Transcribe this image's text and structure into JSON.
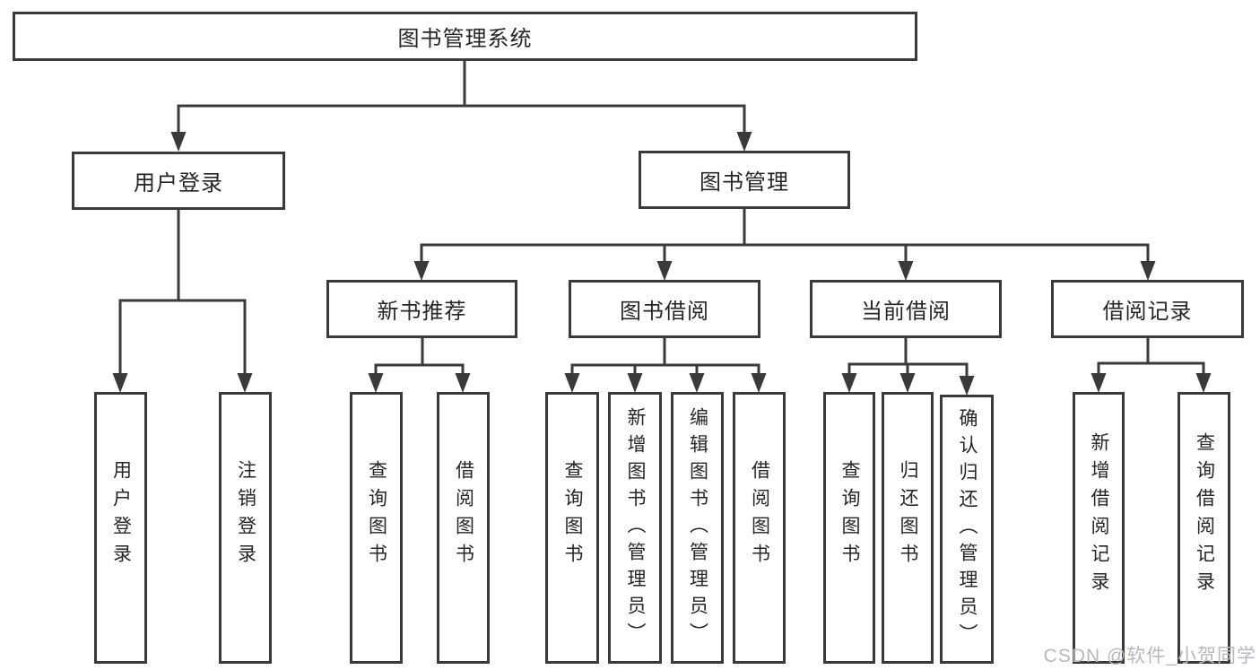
{
  "tree": {
    "root": {
      "label": "图书管理系统",
      "children": {
        "user_login": {
          "label": "用户登录",
          "children": {
            "login": {
              "label": "用户登录"
            },
            "logout": {
              "label": "注销登录"
            }
          }
        },
        "book_mgmt": {
          "label": "图书管理",
          "children": {
            "new_book": {
              "label": "新书推荐",
              "children": {
                "query": {
                  "label": "查询图书"
                },
                "borrow": {
                  "label": "借阅图书"
                }
              }
            },
            "book_borrow": {
              "label": "图书借阅",
              "children": {
                "query": {
                  "label": "查询图书"
                },
                "add": {
                  "label": "新增图书（管理员）"
                },
                "edit": {
                  "label": "编辑图书（管理员）"
                },
                "borrow": {
                  "label": "借阅图书"
                }
              }
            },
            "current_borrow": {
              "label": "当前借阅",
              "children": {
                "query": {
                  "label": "查询图书"
                },
                "return": {
                  "label": "归还图书"
                },
                "confirm": {
                  "label": "确认归还（管理员）"
                }
              }
            },
            "borrow_record": {
              "label": "借阅记录",
              "children": {
                "add": {
                  "label": "新增借阅记录"
                },
                "query": {
                  "label": "查询借阅记录"
                }
              }
            }
          }
        }
      }
    }
  },
  "watermark": {
    "text": "CSDN @软件_小贺同学"
  },
  "colors": {
    "line": "#3a3a3a",
    "text": "#262626",
    "background": "#ffffff",
    "watermark": "#b5b8bd"
  }
}
